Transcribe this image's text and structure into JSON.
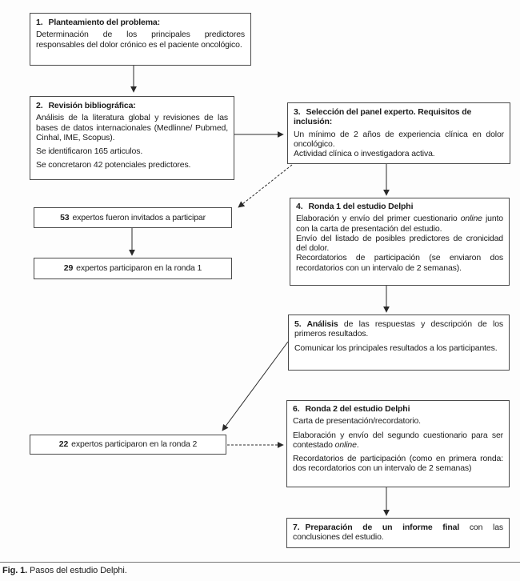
{
  "figure": {
    "caption_label": "Fig. 1.",
    "caption_text": " Pasos del estudio Delphi."
  },
  "boxes": {
    "step1": {
      "num": "1.",
      "title": "Planteamiento del problema:",
      "body": "Determinación de los principales predictores responsables del dolor crónico es el paciente oncológico."
    },
    "step2": {
      "num": "2.",
      "title": "Revisión bibliográfica:",
      "p1": "Análisis de la literatura global y revisiones de las bases de datos internacionales (Medlinne/ Pubmed, Cinhal, IME, Scopus).",
      "p2": "Se identificaron 165 articulos.",
      "p3": "Se concretaron 42 potenciales predictores."
    },
    "step3": {
      "num": "3.",
      "title": "Selección del panel experto. Requisitos de inclusión:",
      "p1": "Un mínimo de 2 años de experiencia clínica en dolor oncológico.",
      "p2": "Actividad clínica o investigadora activa."
    },
    "invited": {
      "number": "53",
      "text": "expertos fueron invitados a participar"
    },
    "round1": {
      "number": "29",
      "text": "expertos participaron en la ronda 1"
    },
    "step4": {
      "num": "4.",
      "title": "Ronda 1 del estudio Delphi",
      "p1a": "Elaboración y envío del primer cuestionario ",
      "p1b": "online",
      "p1c": " junto con la carta de presentación del estudio.",
      "p2": "Envío del listado de posibles predictores de cronicidad del dolor.",
      "p3": "Recordatorios de participación (se enviaron dos recordatorios con un intervalo de 2 semanas)."
    },
    "step5": {
      "num": "5.",
      "bold": "Análisis",
      "rest": " de las respuestas y descripción de los primeros resultados.",
      "p2": "Comunicar los principales resultados a los participantes."
    },
    "round2": {
      "number": "22",
      "text": "expertos participaron en la ronda 2"
    },
    "step6": {
      "num": "6.",
      "title": "Ronda 2 del estudio Delphi",
      "p1": "Carta de presentación/recordatorio.",
      "p2a": "Elaboración y envío del segundo cuestionario para ser contestado ",
      "p2b": "online",
      "p2c": ".",
      "p3": "Recordatorios de participación (como en primera ronda: dos recordatorios con un intervalo de 2 semanas)"
    },
    "step7": {
      "num": "7.",
      "bold": "Preparación de un informe final",
      "rest": " con las conclusiones del estudio."
    }
  }
}
